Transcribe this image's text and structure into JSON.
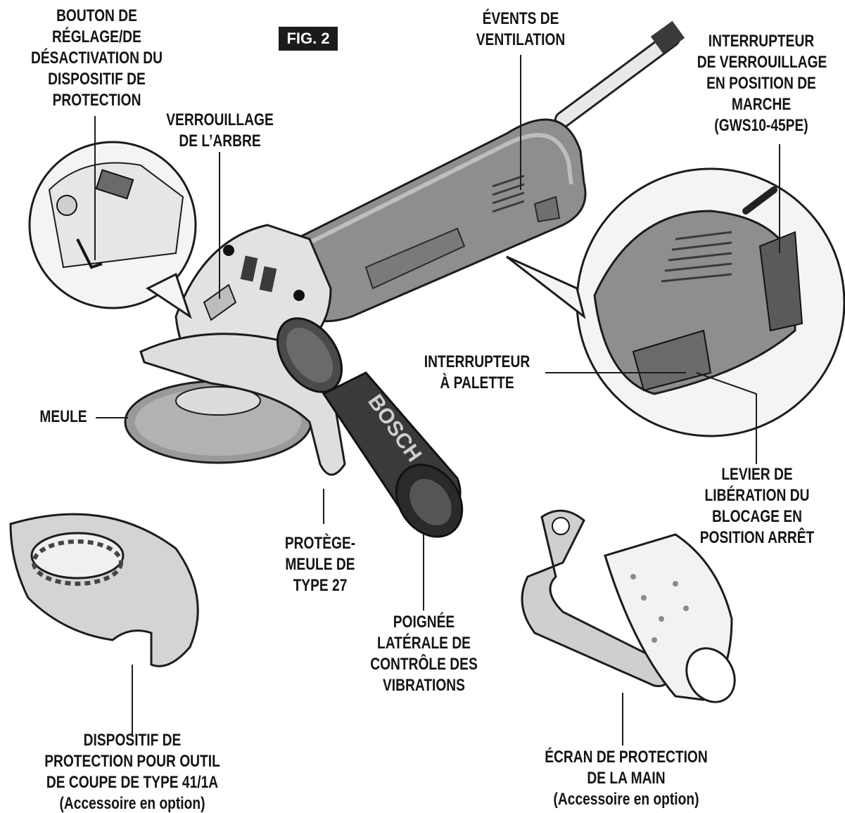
{
  "figure_tag": "FIG. 2",
  "brand_text": "BOSCH",
  "colors": {
    "ink": "#141414",
    "tool_gray": "#8a8a8a",
    "grip_dark": "#3a3a3a",
    "background": "#ffffff"
  },
  "labels": {
    "guard_button": [
      "BOUTON DE",
      "RÉGLAGE/DE",
      "DÉSACTIVATION DU",
      "DISPOSITIF DE",
      "PROTECTION"
    ],
    "spindle_lock": [
      "VERROUILLAGE",
      "DE L’ARBRE"
    ],
    "vents": [
      "ÉVENTS DE",
      "VENTILATION"
    ],
    "lock_on_switch": [
      "INTERRUPTEUR",
      "DE VERROUILLAGE",
      "EN POSITION DE",
      "MARCHE",
      "(GWS10-45PE)"
    ],
    "paddle_switch": [
      "INTERRUPTEUR",
      "À PALETTE"
    ],
    "wheel": [
      "MEULE"
    ],
    "lock_off_lever": [
      "LEVIER DE",
      "LIBÉRATION DU",
      "BLOCAGE EN",
      "POSITION ARRÊT"
    ],
    "type27_guard": [
      "PROTÈGE-",
      "MEULE DE",
      "TYPE 27"
    ],
    "side_handle": [
      "POIGNÉE",
      "LATÉRALE DE",
      "CONTRÔLE DES",
      "VIBRATIONS"
    ],
    "type41_guard": [
      "DISPOSITIF DE",
      "PROTECTION POUR OUTIL",
      "DE COUPE DE TYPE 41/1A",
      "(Accessoire en option)"
    ],
    "hand_shield": [
      "ÉCRAN DE PROTECTION",
      "DE LA MAIN",
      "(Accessoire en option)"
    ]
  }
}
